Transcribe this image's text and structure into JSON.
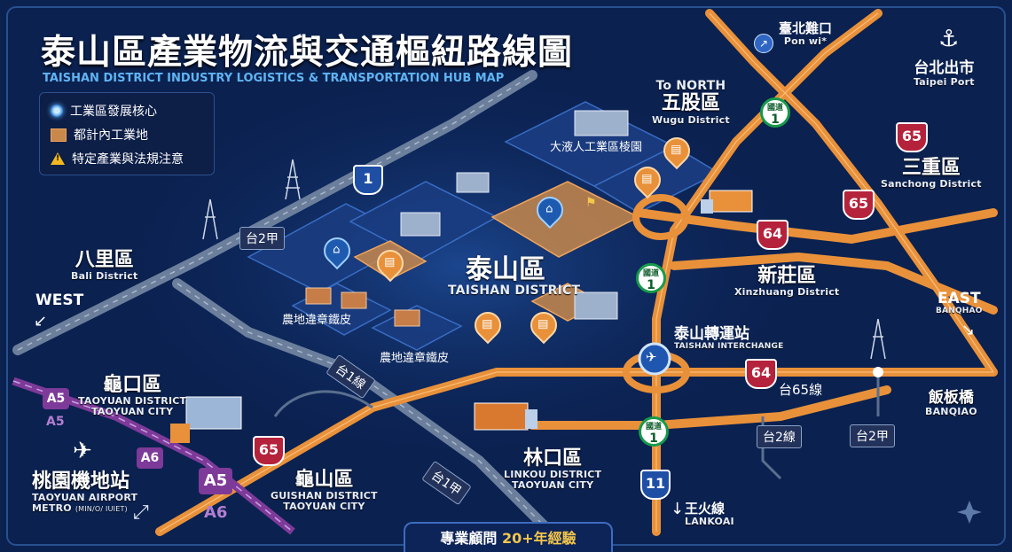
{
  "title": "泰山區產業物流與交通樞紐路線圖",
  "subtitle": "TAISHAN DISTRICT INDUSTRY LOGISTICS & TRANSPORTATION HUB MAP",
  "legend": [
    {
      "icon": "glow-dot-icon",
      "label": "工業區發展核心"
    },
    {
      "icon": "orange-square-icon",
      "label": "都計內工業地"
    },
    {
      "icon": "warning-triangle-icon",
      "label": "特定產業與法規注意"
    }
  ],
  "districts": {
    "taishan": {
      "zh": "泰山區",
      "en": "TAISHAN DISTRICT"
    },
    "bali": {
      "zh": "八里區",
      "en": "Bali District"
    },
    "wugu": {
      "zh": "五股區",
      "en": "Wugu District"
    },
    "sanchong": {
      "zh": "三重區",
      "en": "Sanchong District"
    },
    "xinzhuang": {
      "zh": "新莊區",
      "en": "Xinzhuang District"
    },
    "guishan": {
      "zh": "龜山區",
      "en1": "GUISHAN DISTRICT",
      "en2": "TAOYUAN CITY"
    },
    "linkou": {
      "zh": "林口區",
      "en1": "LINKOU DISTRICT",
      "en2": "TAOYUAN CITY"
    },
    "taoyuan_dist": {
      "zh": "龜口區",
      "en1": "TAOYUAN DISTRICT",
      "en2": "TAOYUAN CITY"
    },
    "banqiao": {
      "zh": "飯板橋",
      "en": "BANQIAO"
    }
  },
  "places": {
    "port_top": {
      "zh": "臺北難口",
      "en": "Pon wi*"
    },
    "taipei_port": {
      "zh": "台北出市",
      "en": "Taipei Port"
    },
    "to_north": "To NORTH",
    "west": "WEST",
    "east": "EAST",
    "east_sub": "BANQHAO",
    "interchange": {
      "zh": "泰山轉運站",
      "en": "TAISHAN INTERCHANGE"
    },
    "airport": {
      "zh": "桃園機地站",
      "en1": "TAOYUAN AIRPORT",
      "en2": "METRO",
      "en3": "(MIN/O/ IUIET)"
    },
    "industrial_park": "大液人工業區棱園",
    "farmland1": "農地違章鐵皮",
    "farmland2": "農地違章鐵皮",
    "wanghuo": {
      "zh": "王火線",
      "en": "LANKOAI"
    }
  },
  "roads": {
    "tai2jia_left": "台2甲",
    "tai1": "台1線",
    "tai1jia": "台1甲",
    "tai65": "台65線",
    "tai2": "台2線",
    "tai2jia_right": "台2甲"
  },
  "shields": {
    "nat1": {
      "top": "國道",
      "num": "1"
    },
    "r1": "1",
    "r65": "65",
    "r64": "64",
    "r11": "11"
  },
  "metro": [
    "A5",
    "A5",
    "A6",
    "A5",
    "A6"
  ],
  "banner": {
    "prefix": "專業顧問",
    "highlight": "20+年經驗"
  },
  "colors": {
    "background": "#0b2150",
    "road_orange": "#e8913a",
    "accent_blue": "#5fb4f2",
    "metro_purple": "#7e3a99",
    "shield_red": "#b5223b"
  }
}
